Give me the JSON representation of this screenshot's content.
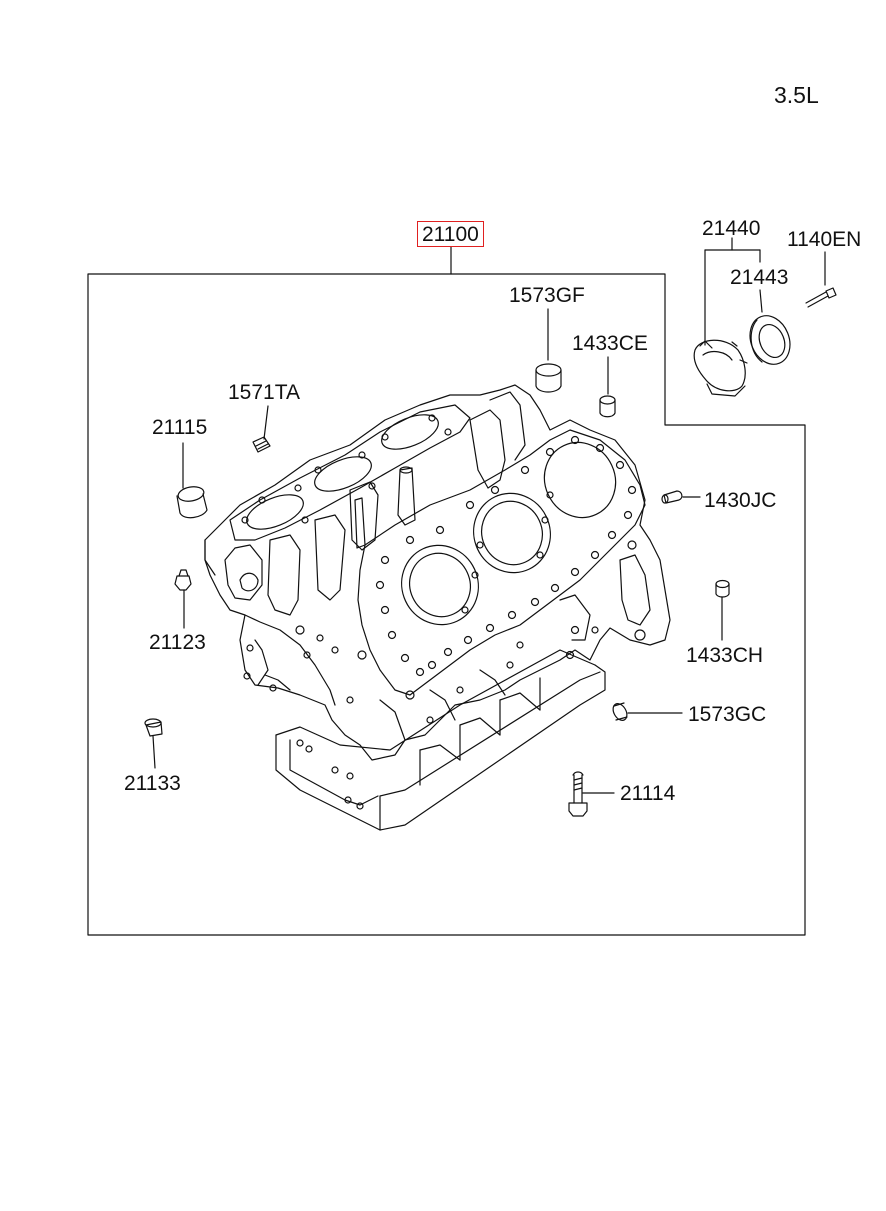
{
  "engine": "3.5L",
  "selected_part": "21100",
  "highlight_color": "#e02020",
  "parts": {
    "p21100": "21100",
    "p21440": "21440",
    "p1140EN": "1140EN",
    "p21443": "21443",
    "p1573GF": "1573GF",
    "p1433CE": "1433CE",
    "p1571TA": "1571TA",
    "p21115": "21115",
    "p1430JC": "1430JC",
    "p21123": "21123",
    "p1433CH": "1433CH",
    "p1573GC": "1573GC",
    "p21133": "21133",
    "p21114": "21114"
  }
}
